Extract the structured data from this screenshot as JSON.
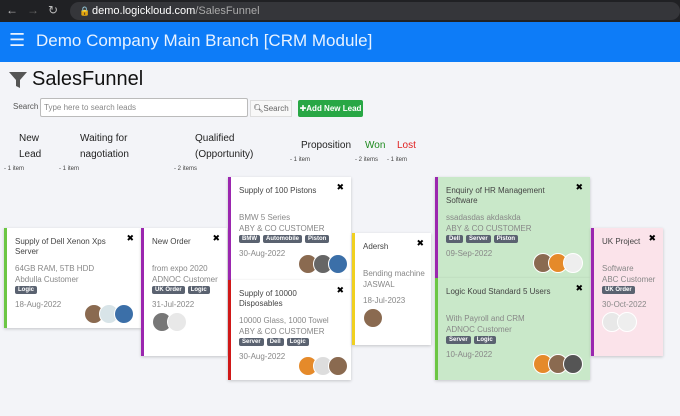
{
  "browser": {
    "url_host": "demo.logickloud.com",
    "url_path": "/SalesFunnel"
  },
  "app": {
    "title": "Demo Company Main Branch [CRM Module]"
  },
  "page": {
    "title": "SalesFunnel"
  },
  "search": {
    "label": "Search",
    "placeholder": "Type here to search leads",
    "value": "",
    "button": "Search"
  },
  "add_button": "Add New Lead",
  "colors": {
    "appbar": "#0d7cf8",
    "won": "#1e8a1e",
    "lost": "#e02020",
    "add": "#28a745"
  },
  "columns": [
    {
      "name": "New Lead",
      "count": "- 1 item"
    },
    {
      "name": "Waiting for nagotiation",
      "count": "- 1 item"
    },
    {
      "name": "Qualified (Opportunity)",
      "count": "- 2 items"
    },
    {
      "name": "Proposition",
      "count": "- 1 item"
    },
    {
      "name": "Won",
      "count": "- 2 items"
    },
    {
      "name": "Lost",
      "count": "- 1 item"
    }
  ],
  "cards": [
    {
      "title": "Supply of Dell Xenon Xps Server",
      "line1": "64GB RAM, 5TB HDD",
      "line2": "Abdulla Customer",
      "tags": [
        "Logic"
      ],
      "date": "18-Aug-2022"
    },
    {
      "title": "New Order",
      "line1": "from expo 2020",
      "line2": "ADNOC Customer",
      "tags": [
        "UK Order",
        "Logic"
      ],
      "date": "31-Jul-2022"
    },
    {
      "title": "Supply of 100 Pistons",
      "line1": "BMW 5 Series",
      "line2": "ABY & CO CUSTOMER",
      "tags": [
        "BMW",
        "Automobile",
        "Piston"
      ],
      "date": "30-Aug-2022"
    },
    {
      "title": "Supply of 10000 Disposables",
      "line1": "10000 Glass, 1000 Towel",
      "line2": "ABY & CO CUSTOMER",
      "tags": [
        "Server",
        "Dell",
        "Logic"
      ],
      "date": "30-Aug-2022"
    },
    {
      "title": "Adersh",
      "line1": "Bending machine",
      "line2": "JASWAL",
      "tags": [],
      "date": "18-Jul-2023"
    },
    {
      "title": "Enquiry of HR Management Software",
      "line1": "ssadasdas akdaskda",
      "line2": "ABY & CO CUSTOMER",
      "tags": [
        "Dell",
        "Server",
        "Piston"
      ],
      "date": "09-Sep-2022"
    },
    {
      "title": "Logic Koud Standard 5 Users",
      "line1": "With Payroll and CRM",
      "line2": "ADNOC Customer",
      "tags": [
        "Server",
        "Logic"
      ],
      "date": "10-Aug-2022"
    },
    {
      "title": "UK Project",
      "line1": "Software",
      "line2": "ABC Customer",
      "tags": [
        "UK Order"
      ],
      "date": "30-Oct-2022"
    }
  ]
}
